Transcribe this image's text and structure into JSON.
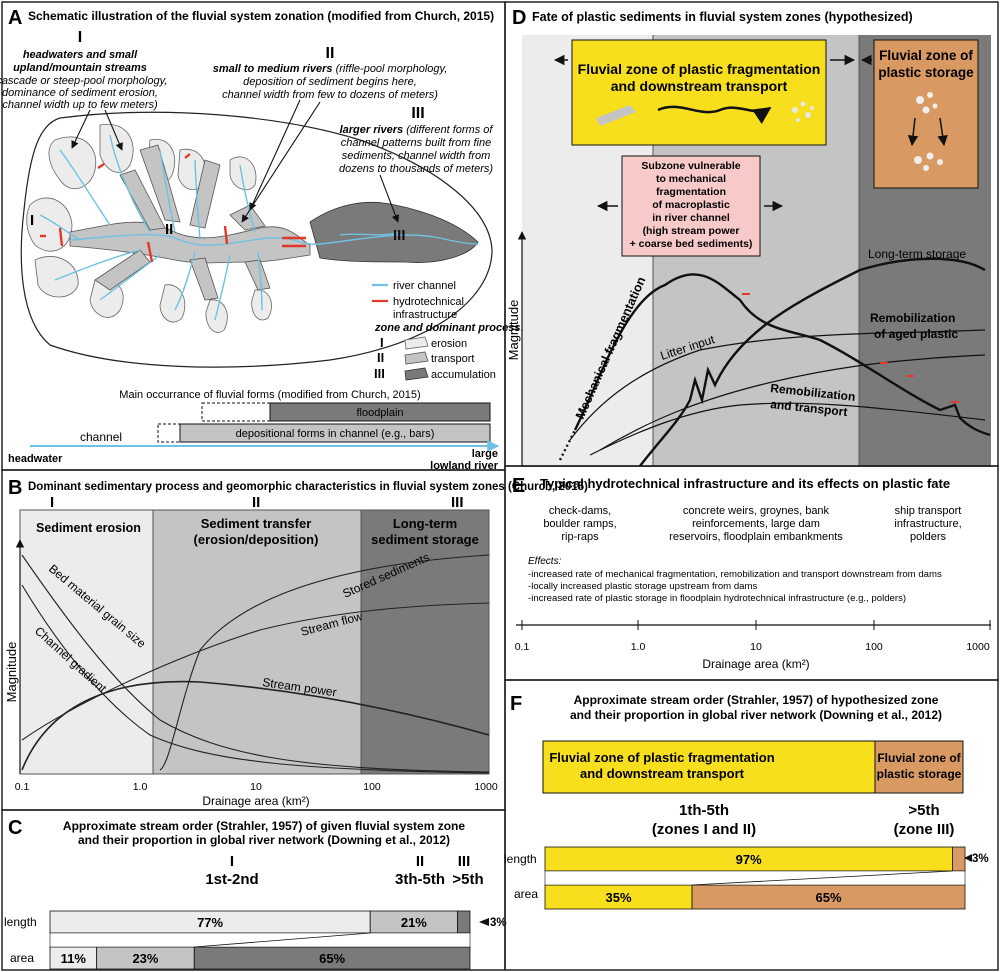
{
  "colors": {
    "zone1": "#ececec",
    "zone2": "#c4c4c4",
    "zone3": "#7a7a7a",
    "channel": "#6ec1e4",
    "infra": "#e0392b",
    "yellow": "#f7df1e",
    "brown": "#d89a62",
    "pink": "#f7c9c9"
  },
  "panelA": {
    "letter": "A",
    "title": "Schematic illustration of the fluvial system zonation (modified from Church, 2015)",
    "z1_num": "I",
    "z1_head1": "headwaters and small",
    "z1_head2": "upland/mountain streams",
    "z1_l1": "(cascade or steep-pool morphology,",
    "z1_l2": "dominance of sediment erosion,",
    "z1_l3": "channel width up to few meters)",
    "z2_num": "II",
    "z2_head": "small to medium rivers",
    "z2_l1": "(riffle-pool morphology,",
    "z2_l2": "deposition of sediment begins here,",
    "z2_l3": "channel width from few to dozens of meters)",
    "z3_num": "III",
    "z3_head": "larger rivers",
    "z3_l1": "(different forms of",
    "z3_l2": "channel patterns built from fine",
    "z3_l3": "sediments, channel width from",
    "z3_l4": "dozens to thousands of meters)",
    "map_z1": "I",
    "map_z2": "II",
    "map_z3": "III",
    "leg_channel": "river  channel",
    "leg_infra1": "hydrotechnical",
    "leg_infra2": "infrastructure",
    "leg_zone_title1": "zone and dominant process:",
    "leg_z1_num": "I",
    "leg_z1": "erosion",
    "leg_z2_num": "II",
    "leg_z2": "transport",
    "leg_z3_num": "III",
    "leg_z3": "accumulation",
    "forms_title": "Main occurrance of fluvial forms (modified from Church, 2015)",
    "floodplain": "floodplain",
    "channel_label": "channel",
    "depositional": "depositional forms in channel (e.g., bars)",
    "headwater": "headwater",
    "lowland1": "large",
    "lowland2": "lowland river"
  },
  "panelB": {
    "letter": "B",
    "title": "Dominant sedimentary process and geomorphic characteristics in fluvial system zones (Church, 2015)",
    "z1_num": "I",
    "z2_num": "II",
    "z3_num": "III",
    "z1_label": "Sediment erosion",
    "z2_label1": "Sediment transfer",
    "z2_label2": "(erosion/deposition)",
    "z3_label1": "Long-term",
    "z3_label2": "sediment storage",
    "ylabel": "Magnitude",
    "xlabel": "Drainage area (km²)",
    "ticks": [
      "0.1",
      "1.0",
      "10",
      "100",
      "1000"
    ],
    "curves": {
      "grain": "Bed material grain size",
      "gradient": "Channel gradient",
      "stored": "Stored sediments",
      "flow": "Stream flow",
      "power": "Stream power"
    }
  },
  "panelC": {
    "letter": "C",
    "title1": "Approximate stream order (Strahler, 1957) of given fluvial system zone",
    "title2": "and their proportion in global river network (Downing et al., 2012)",
    "z1_num": "I",
    "z2_num": "II",
    "z3_num": "III",
    "o1": "1st-2nd",
    "o2": "3th-5th",
    "o3": ">5th",
    "length_label": "length",
    "area_label": "area",
    "length_vals": [
      "77%",
      "21%",
      "3%"
    ],
    "area_vals": [
      "11%",
      "23%",
      "65%"
    ]
  },
  "panelD": {
    "letter": "D",
    "title": "Fate of plastic sediments in fluvial system zones (hypothesized)",
    "frag1": "Fluvial zone of plastic fragmentation",
    "frag2": "and downstream transport",
    "store1": "Fluvial zone of",
    "store2": "plastic storage",
    "sub1": "Subzone vulnerable",
    "sub2": "to mechanical",
    "sub3": "fragmentation",
    "sub4": "of macroplastic",
    "sub5": "in river channel",
    "sub6": "(high stream power",
    "sub7": "+ coarse bed sediments)",
    "ylabel": "Magnitude",
    "curves": {
      "mech": "Mechanical fragmentation",
      "litter": "Litter input",
      "longterm": "Long-term storage",
      "remob1": "Remobilization",
      "remob2": "of aged plastic",
      "remobt1": "Remobilization",
      "remobt2": "and transport"
    }
  },
  "panelE": {
    "letter": "E",
    "title": "Typical hydrotechnical infrastructure and its effects on plastic fate",
    "c1": [
      "check-dams,",
      "boulder ramps,",
      "rip-raps"
    ],
    "c2": [
      "concrete weirs, groynes, bank",
      "reinforcements, large dam",
      "reservoirs, floodplain embankments"
    ],
    "c3": [
      "ship transport",
      "infrastructure,",
      "polders"
    ],
    "effects_title": "Effects:",
    "effects": [
      "-increased rate of mechanical fragmentation, remobilization and transport downstream from dams",
      "-locally increased plastic storage upstream from dams",
      "-increased rate of plastic storage in floodplain hydrotechnical infrastructure (e.g., polders)"
    ],
    "ticks": [
      "0.1",
      "1.0",
      "10",
      "100",
      "1000"
    ],
    "xlabel": "Drainage area (km²)"
  },
  "panelF": {
    "letter": "F",
    "title1": "Approximate stream order (Strahler, 1957) of hypothesized zone",
    "title2": "and their proportion in global river network (Downing et al., 2012)",
    "frag1": "Fluvial zone of plastic fragmentation",
    "frag2": "and downstream transport",
    "store1": "Fluvial zone of",
    "store2": "plastic storage",
    "o1a": "1th-5th",
    "o1b": "(zones I and II)",
    "o2a": ">5th",
    "o2b": "(zone III)",
    "length_label": "length",
    "area_label": "area",
    "length_vals": [
      "97%",
      "3%"
    ],
    "area_vals": [
      "35%",
      "65%"
    ]
  }
}
